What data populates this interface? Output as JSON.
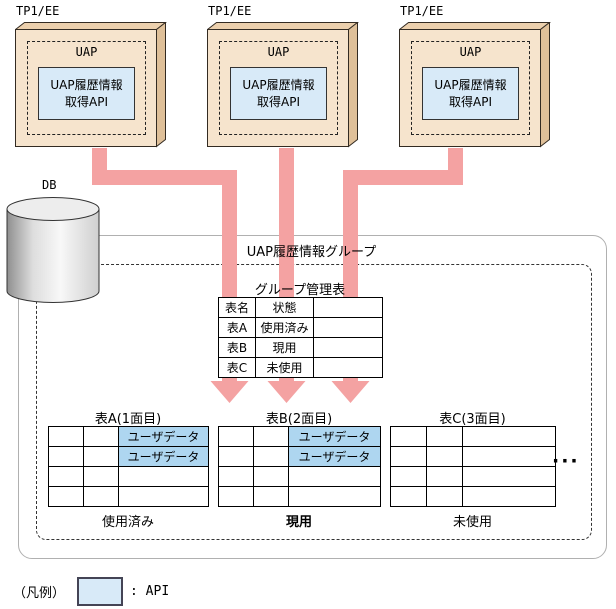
{
  "units": [
    {
      "platform": "TP1/EE",
      "container": "UAP",
      "api_line1": "UAP履歴情報",
      "api_line2": "取得API"
    },
    {
      "platform": "TP1/EE",
      "container": "UAP",
      "api_line1": "UAP履歴情報",
      "api_line2": "取得API"
    },
    {
      "platform": "TP1/EE",
      "container": "UAP",
      "api_line1": "UAP履歴情報",
      "api_line2": "取得API"
    }
  ],
  "db": {
    "label": "DB"
  },
  "group": {
    "label": "UAP履歴情報グループ"
  },
  "mgmt_table": {
    "title": "グループ管理表",
    "headers": [
      "表名",
      "状態",
      ""
    ],
    "rows": [
      [
        "表A",
        "使用済み",
        ""
      ],
      [
        "表B",
        "現用",
        ""
      ],
      [
        "表C",
        "未使用",
        ""
      ]
    ]
  },
  "data_tables": [
    {
      "title": "表A(1面目)",
      "status": "使用済み",
      "cells": [
        [
          "",
          "",
          "ユーザデータ"
        ],
        [
          "",
          "",
          "ユーザデータ"
        ],
        [
          "",
          "",
          ""
        ],
        [
          "",
          "",
          ""
        ]
      ]
    },
    {
      "title": "表B(2面目)",
      "status": "現用",
      "cells": [
        [
          "",
          "",
          "ユーザデータ"
        ],
        [
          "",
          "",
          "ユーザデータ"
        ],
        [
          "",
          "",
          ""
        ],
        [
          "",
          "",
          ""
        ]
      ]
    },
    {
      "title": "表C(3面目)",
      "status": "未使用",
      "cells": [
        [
          "",
          "",
          ""
        ],
        [
          "",
          "",
          ""
        ],
        [
          "",
          "",
          ""
        ],
        [
          "",
          "",
          ""
        ]
      ]
    }
  ],
  "ellipsis": "···",
  "legend": {
    "prefix": "（凡例）",
    "api_label": ": API"
  },
  "colors": {
    "arrow": "#f4a2a2",
    "api_fill": "#d8eaf8",
    "user_data_fill": "#aed6f0",
    "box_front": "#f6e4cd",
    "box_top": "#ecd0ad",
    "box_side": "#dfc099",
    "box_stroke": "#332b22",
    "cyl_stroke": "#333333"
  }
}
